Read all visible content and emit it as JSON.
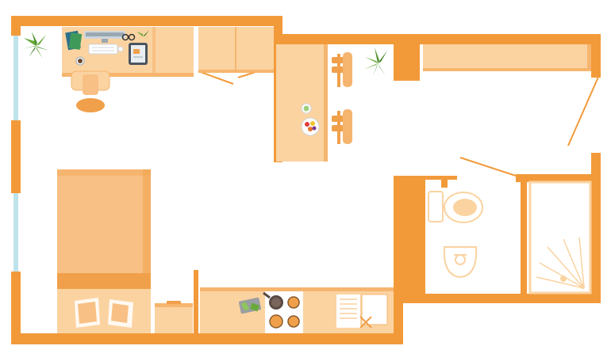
{
  "floor_plan": {
    "colors": {
      "wall": "#f29a3a",
      "furniture": "#fbd3a1",
      "furniture_edge": "#f6b56e",
      "accent": "#f0a04b",
      "window": "#bfe3ea",
      "plant": "#6aaa3a",
      "plant_dark": "#3f7f26",
      "monitor": "#cfd6dc",
      "fixture": "#fff3e3"
    },
    "rooms": [
      "studio",
      "kitchen",
      "dining-counter",
      "entry-hall",
      "bathroom"
    ],
    "furniture": [
      "desk",
      "monitor",
      "keyboard",
      "tablet",
      "glasses",
      "coffee-cup",
      "desk-chair",
      "wardrobe",
      "bar-counter",
      "bar-stool",
      "fruit-bowl",
      "cup",
      "bed",
      "pillow",
      "nightstand",
      "kitchen-counter",
      "stove",
      "frying-pan",
      "cutting-board",
      "sink",
      "toilet",
      "washbasin",
      "shower-tray",
      "entry-shelf",
      "plant"
    ]
  }
}
